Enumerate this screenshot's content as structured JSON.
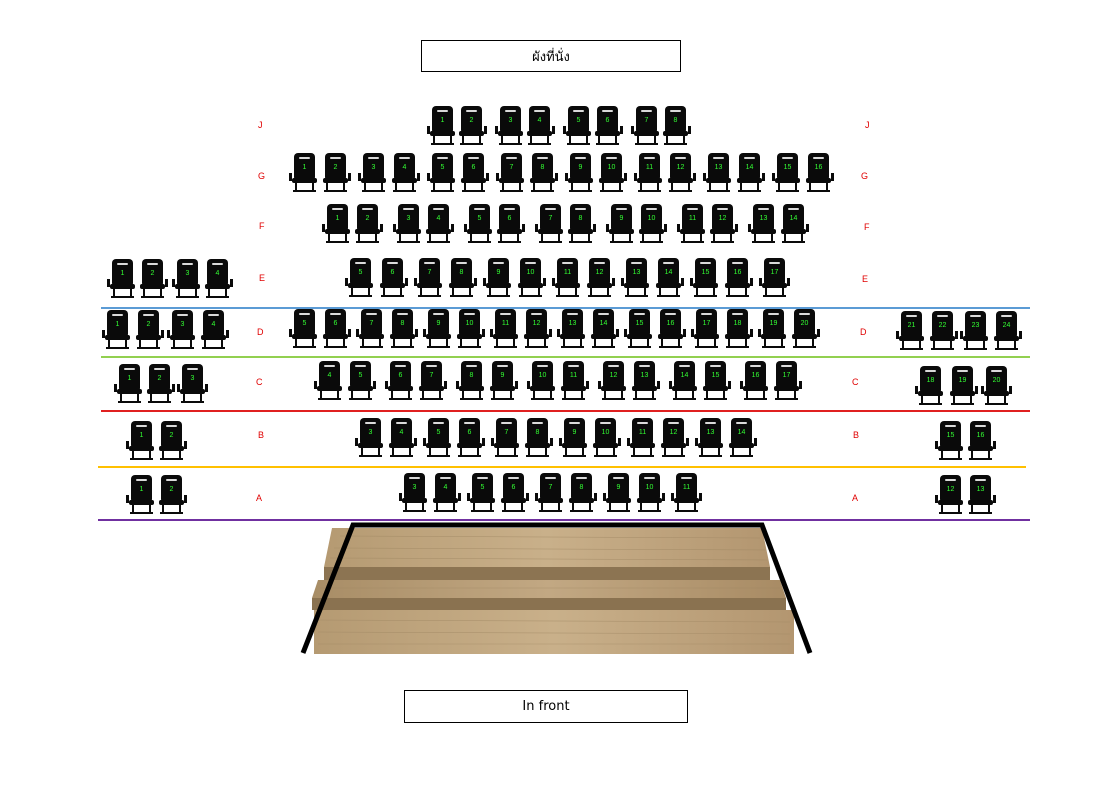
{
  "title": "ผังที่นั่ง",
  "front_label": "In front",
  "rows": {
    "J": "J",
    "G": "G",
    "F": "F",
    "E": "E",
    "D": "D",
    "C": "C",
    "B": "B",
    "A": "A"
  },
  "colors": {
    "row_label": "#e00000",
    "seat_number": "#33ff33",
    "line_blue": "#5b9bd5",
    "line_green": "#92d050",
    "line_red": "#e02020",
    "line_yellow": "#ffc000",
    "line_purple": "#7030a0"
  },
  "seats": {
    "J": [
      1,
      2,
      3,
      4,
      5,
      6,
      7,
      8
    ],
    "G": [
      1,
      2,
      3,
      4,
      5,
      6,
      7,
      8,
      9,
      10,
      11,
      12,
      13,
      14,
      15,
      16
    ],
    "F": [
      1,
      2,
      3,
      4,
      5,
      6,
      7,
      8,
      9,
      10,
      11,
      12,
      13,
      14
    ],
    "E_left": [
      1,
      2,
      3,
      4
    ],
    "E_center": [
      5,
      6,
      7,
      8,
      9,
      10,
      11,
      12,
      13,
      14,
      15,
      16,
      17
    ],
    "D_left": [
      1,
      2,
      3,
      4
    ],
    "D_center": [
      5,
      6,
      7,
      8,
      9,
      10,
      11,
      12,
      13,
      14,
      15,
      16,
      17,
      18,
      19,
      20
    ],
    "D_right": [
      21,
      22,
      23,
      24
    ],
    "C_left": [
      1,
      2,
      3
    ],
    "C_center": [
      4,
      5,
      6,
      7,
      8,
      9,
      10,
      11,
      12,
      13,
      14,
      15,
      16,
      17
    ],
    "C_right": [
      18,
      19,
      20
    ],
    "B_left": [
      1,
      2
    ],
    "B_center": [
      3,
      4,
      5,
      6,
      7,
      8,
      9,
      10,
      11,
      12,
      13,
      14
    ],
    "B_right": [
      15,
      16
    ],
    "A_left": [
      1,
      2
    ],
    "A_center": [
      3,
      4,
      5,
      6,
      7,
      8,
      9,
      10,
      11
    ],
    "A_right": [
      12,
      13
    ]
  }
}
